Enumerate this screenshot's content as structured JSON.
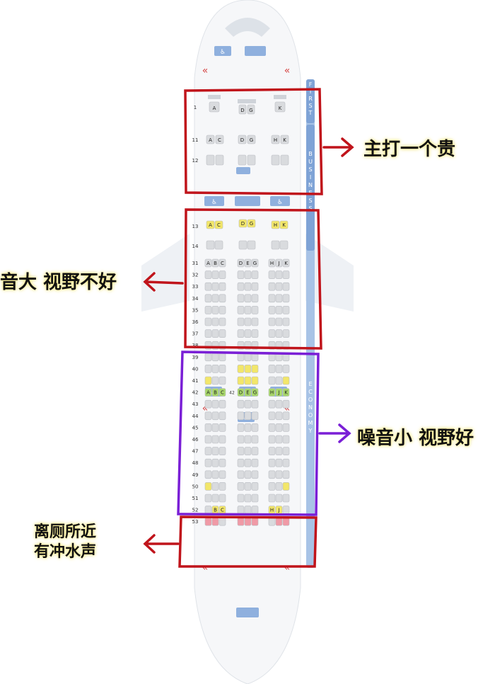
{
  "cabin": {
    "class_first": "FIRST",
    "class_business": "BUSINESS",
    "class_economy": "ECONOMY",
    "lav_icon": "lavatory-icon",
    "galley_icon": "galley-icon",
    "exit_icon": "exit-chevrons-icon",
    "first_rows": [
      {
        "num": "1",
        "left": [
          "A"
        ],
        "mid": [
          "D",
          "G"
        ],
        "right": [
          "K"
        ]
      }
    ],
    "business_rows": [
      {
        "num": "11",
        "left": [
          "A",
          "C"
        ],
        "mid": [
          "D",
          "G"
        ],
        "right": [
          "H",
          "K"
        ]
      },
      {
        "num": "12",
        "left": [
          "",
          ""
        ],
        "mid": [
          "",
          ""
        ],
        "right": [
          "",
          ""
        ]
      }
    ],
    "economy_rows": [
      {
        "num": "13",
        "left": [
          "A",
          "C"
        ],
        "mid": [
          "D",
          "G"
        ],
        "right": [
          "H",
          "K"
        ]
      },
      {
        "num": "14",
        "left": [
          "",
          ""
        ],
        "mid": [
          "",
          ""
        ],
        "right": [
          "",
          ""
        ]
      },
      {
        "num": "31",
        "left": [
          "A",
          "B",
          "C"
        ],
        "mid": [
          "D",
          "E",
          "G"
        ],
        "right": [
          "H",
          "J",
          "K"
        ]
      },
      {
        "num": "32"
      },
      {
        "num": "33"
      },
      {
        "num": "34"
      },
      {
        "num": "35"
      },
      {
        "num": "36"
      },
      {
        "num": "37"
      },
      {
        "num": "38"
      },
      {
        "num": "39"
      },
      {
        "num": "40"
      },
      {
        "num": "41"
      },
      {
        "num": "42",
        "left": [
          "A",
          "B",
          "C"
        ],
        "mid": [
          "D",
          "E",
          "G"
        ],
        "right": [
          "H",
          "J",
          "K"
        ],
        "mid_label": "42"
      },
      {
        "num": "43"
      },
      {
        "num": "44"
      },
      {
        "num": "45"
      },
      {
        "num": "46"
      },
      {
        "num": "47"
      },
      {
        "num": "48"
      },
      {
        "num": "49"
      },
      {
        "num": "50"
      },
      {
        "num": "51"
      },
      {
        "num": "52",
        "left": [
          "B",
          "C"
        ],
        "right": [
          "H",
          "J"
        ]
      },
      {
        "num": "53"
      }
    ],
    "colors": {
      "seat": "#d9dbde",
      "seat_yellow": "#f2e66a",
      "seat_green": "#a9d86b",
      "seat_pink": "#f09aa6",
      "fuselage_blue": "#a8c3e6",
      "box_red": "#c0141b",
      "box_purple": "#7a1fd6"
    }
  },
  "annotations": {
    "premium": "主打一个贵",
    "front_econ": "音大 视野不好",
    "mid_econ": "噪音小 视野好",
    "rear_line1": "离厕所近",
    "rear_line2": "有冲水声"
  }
}
